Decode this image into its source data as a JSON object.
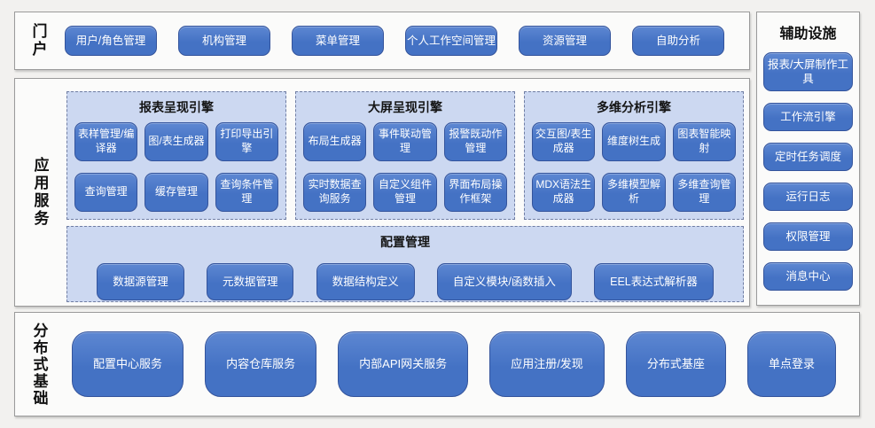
{
  "colors": {
    "accent": "#4472C4",
    "accent_border": "#34549C",
    "panel_bg": "#CCD8F1",
    "panel_border": "#6F7DA3",
    "section_bg": "#FBFBFA",
    "section_border": "#9A9A9A",
    "page_bg": "#F2F1EF",
    "button_text": "#FFFFFF",
    "label_text": "#111111"
  },
  "portal": {
    "label": "门户",
    "buttons": [
      "用户/角色管理",
      "机构管理",
      "菜单管理",
      "个人工作空间管理",
      "资源管理",
      "自助分析"
    ]
  },
  "app_services": {
    "label": "应用服务",
    "engines": [
      {
        "title": "报表呈现引擎",
        "buttons": [
          "表样管理/编译器",
          "图/表生成器",
          "打印导出引擎",
          "查询管理",
          "缓存管理",
          "查询条件管理"
        ]
      },
      {
        "title": "大屏呈现引擎",
        "buttons": [
          "布局生成器",
          "事件联动管理",
          "报警既动作管理",
          "实时数据查询服务",
          "自定义组件管理",
          "界面布局操作框架"
        ]
      },
      {
        "title": "多维分析引擎",
        "buttons": [
          "交互图/表生成器",
          "维度树生成",
          "图表智能映射",
          "MDX语法生成器",
          "多维模型解析",
          "多维查询管理"
        ]
      }
    ],
    "config": {
      "title": "配置管理",
      "buttons": [
        "数据源管理",
        "元数据管理",
        "数据结构定义",
        "自定义模块/函数插入",
        "EEL表达式解析器"
      ]
    }
  },
  "auxiliary": {
    "title": "辅助设施",
    "buttons": [
      "报表/大屏制作工具",
      "工作流引擎",
      "定时任务调度",
      "运行日志",
      "权限管理",
      "消息中心"
    ]
  },
  "distributed": {
    "label": "分布式基础",
    "buttons": [
      "配置中心服务",
      "内容仓库服务",
      "内部API网关服务",
      "应用注册/发现",
      "分布式基座",
      "单点登录"
    ]
  }
}
